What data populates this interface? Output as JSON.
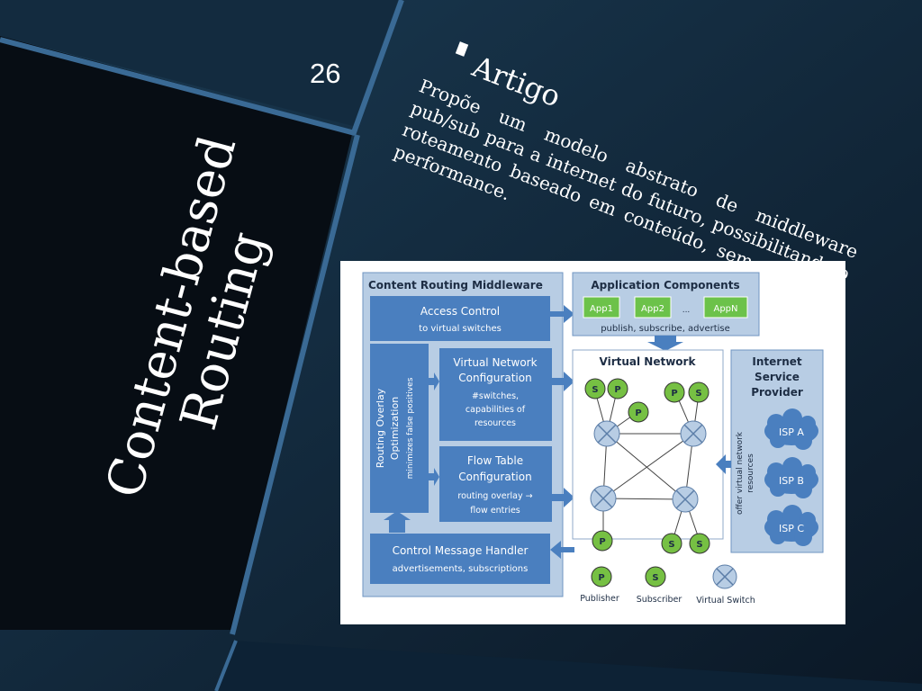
{
  "slide": {
    "page_number": "26",
    "title_line1": "Content-based",
    "title_line2": "Routing"
  },
  "artigo": {
    "heading": "Artigo",
    "text": "Propõe um modelo abstrato de middleware pub/sub para a internet do futuro, possibilitando o roteamento baseado em conteúdo, sem perda de performance."
  },
  "diagram": {
    "middleware": {
      "title": "Content  Routing Middleware",
      "access_control": {
        "title": "Access Control",
        "sub": "to virtual switches"
      },
      "overlay": {
        "line1": "Routing Overlay",
        "line2": "Optimization",
        "line3": "minimizes false positives"
      },
      "vnc": {
        "line1": "Virtual Network",
        "line2": "Configuration",
        "line3": "#switches,",
        "line4": "capabilities of",
        "line5": "resources"
      },
      "ftc": {
        "line1": "Flow Table",
        "line2": "Configuration",
        "line3": "routing overlay →",
        "line4": "flow entries"
      },
      "cmh": {
        "title": "Control Message Handler",
        "sub": "advertisements, subscriptions"
      }
    },
    "app_components": {
      "title": "Application Components",
      "apps": [
        "App1",
        "App2",
        "...",
        "AppN"
      ],
      "caption": "publish, subscribe, advertise"
    },
    "virtual_network": {
      "title": "Virtual Network",
      "publisher_letter": "P",
      "subscriber_letter": "S"
    },
    "isp": {
      "title_line1": "Internet",
      "title_line2": "Service",
      "title_line3": "Provider",
      "offer_line1": "offer virtual network",
      "offer_line2": "resources",
      "clouds": [
        "ISP A",
        "ISP B",
        "ISP C"
      ]
    },
    "legend": {
      "publisher": "Publisher",
      "subscriber": "Subscriber",
      "virtual_switch": "Virtual Switch"
    },
    "colors": {
      "box_blue": "#4a7fbf",
      "panel_blue": "#b8cde4",
      "app_green": "#6cc24a",
      "node_green": "#76c043"
    }
  }
}
